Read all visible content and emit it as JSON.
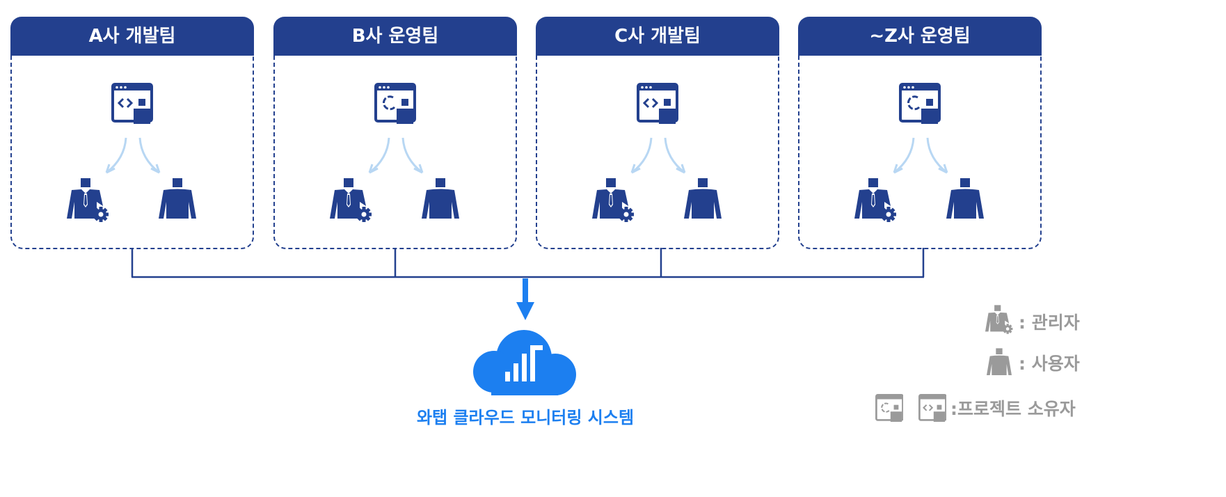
{
  "teams": [
    {
      "title": "A사 개발팀",
      "project_icon": "code-window-icon"
    },
    {
      "title": "B사 운영팀",
      "project_icon": "loading-window-icon"
    },
    {
      "title": "C사 개발팀",
      "project_icon": "code-window-icon"
    },
    {
      "title": "~Z사 운영팀",
      "project_icon": "loading-window-icon"
    }
  ],
  "system": {
    "label": "와탭 클라우드 모니터링 시스템",
    "icon": "cloud-chart-icon"
  },
  "legend": {
    "admin_label": ": 관리자",
    "user_label": ": 사용자",
    "owner_label": ":프로젝트 소유자"
  },
  "colors": {
    "primary": "#23408e",
    "accent": "#1c7ff0",
    "arrow_light": "#b8d7f3",
    "legend_gray": "#9a9a9a"
  }
}
